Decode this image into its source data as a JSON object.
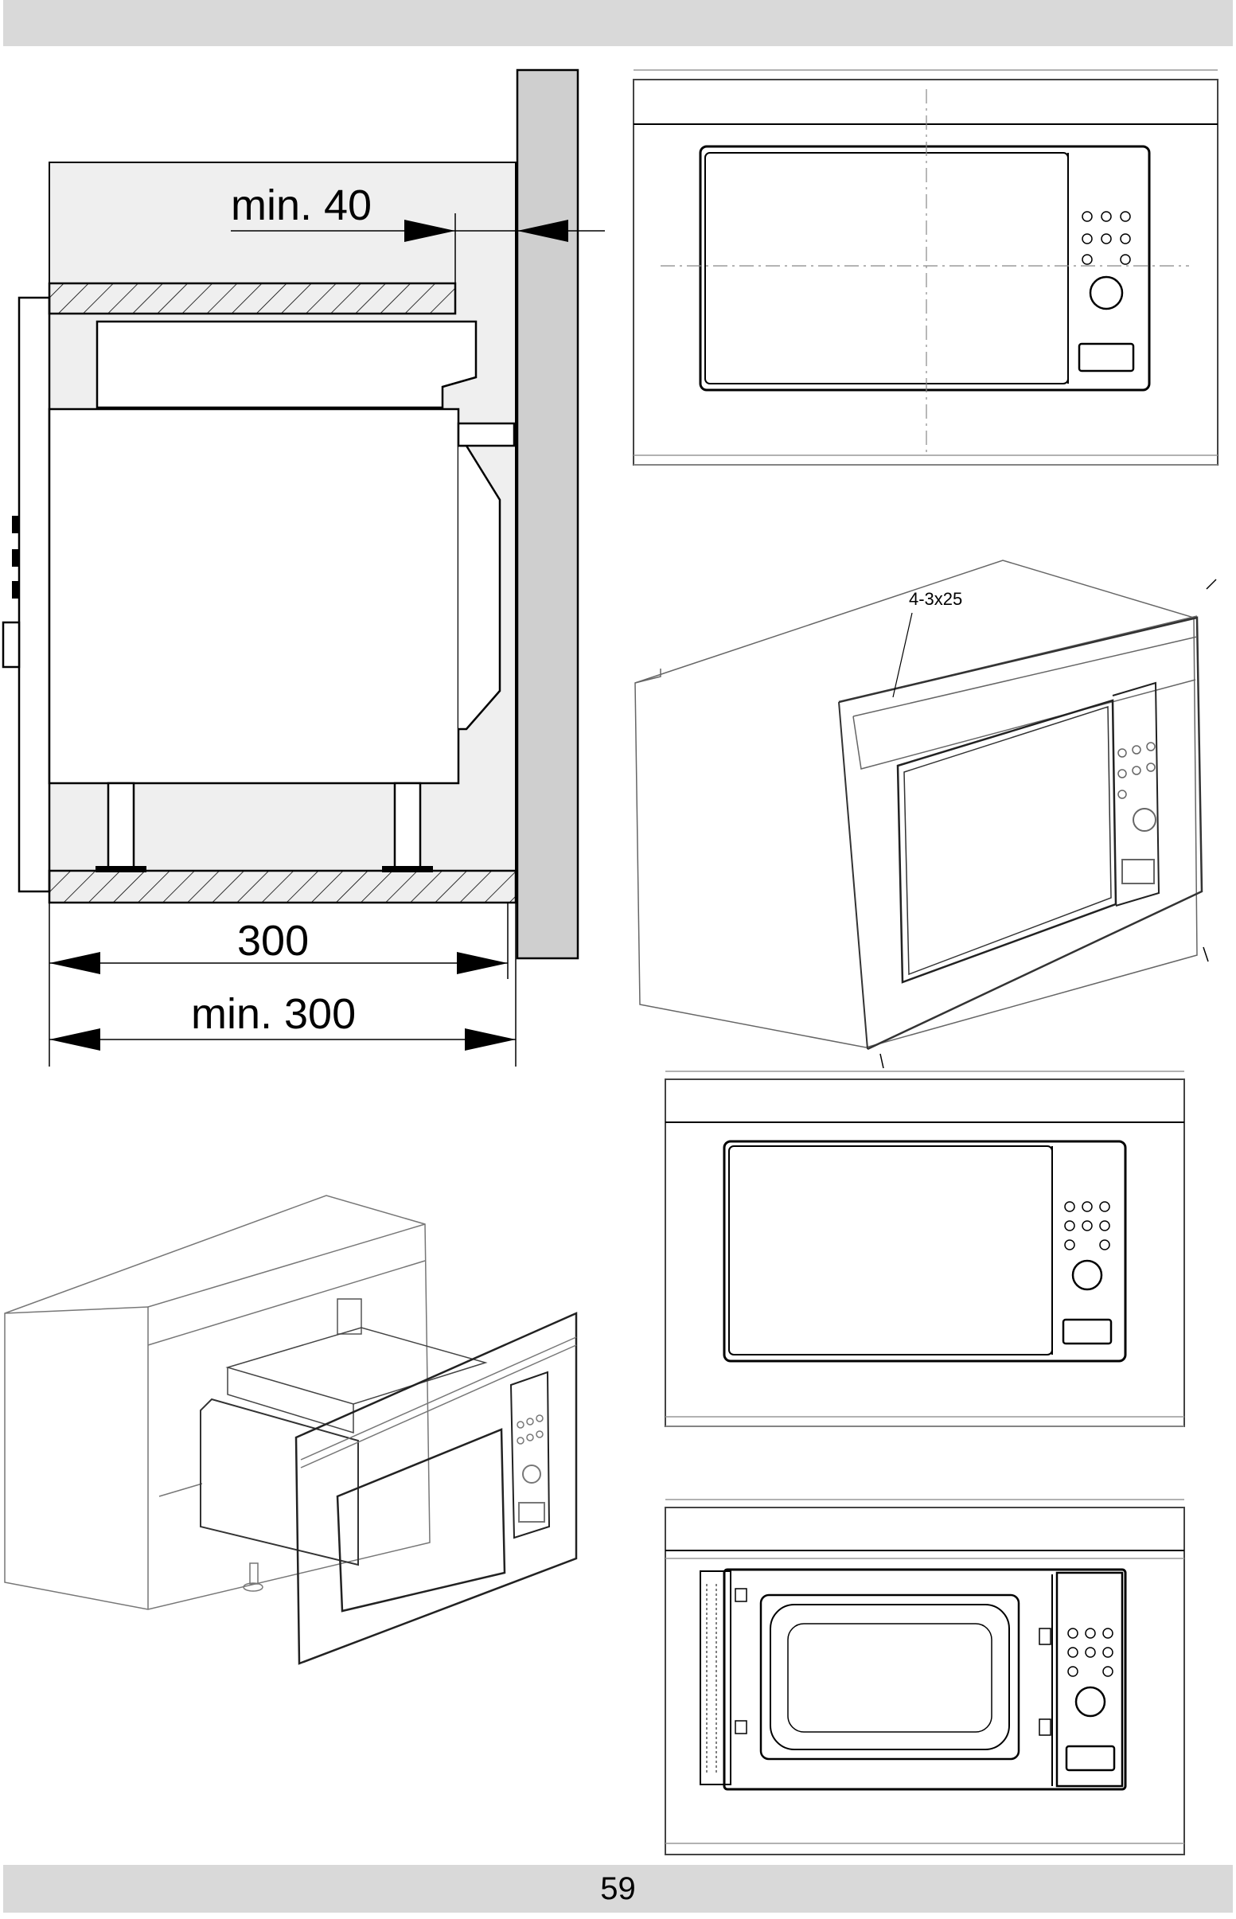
{
  "page_number": "59",
  "dimensions": {
    "gap_label": "min. 40",
    "depth_label": "300",
    "cabinet_depth_label": "min. 300"
  },
  "screw_label": "4-3x25"
}
